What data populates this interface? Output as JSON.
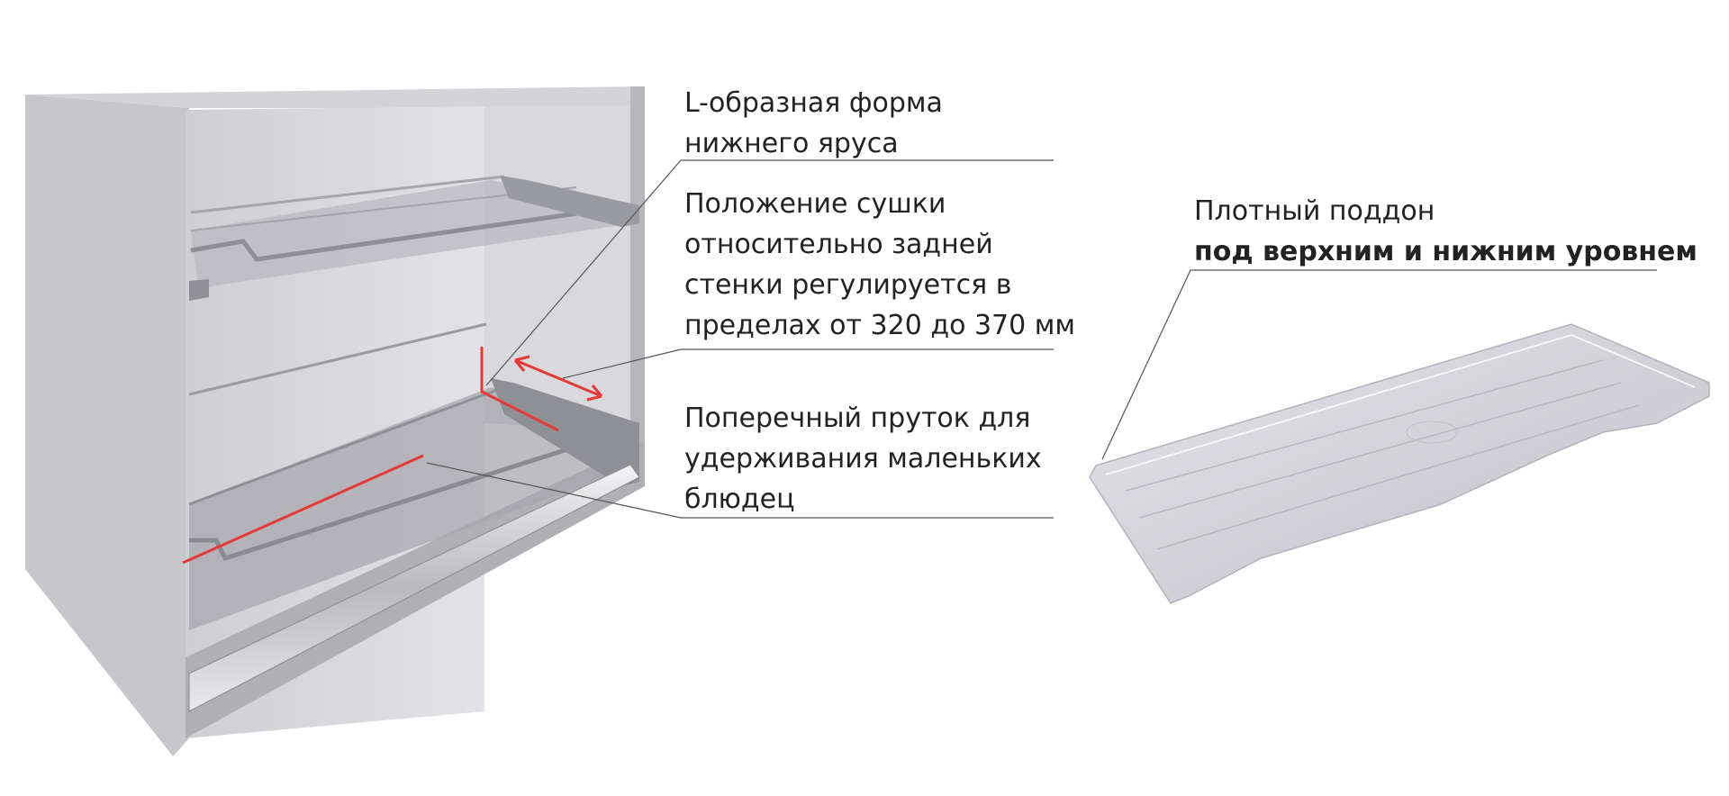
{
  "callouts": {
    "l_shape": {
      "line1": "L-образная форма",
      "line2": "нижнего яруса"
    },
    "position": {
      "line1": "Положение сушки",
      "line2": "относительно задней",
      "line3": "стенки регулируется в",
      "line4": "пределах от 320 до 370 мм"
    },
    "crossbar": {
      "line1": "Поперечный пруток для",
      "line2": "удерживания маленьких",
      "line3": "блюдец"
    },
    "tray": {
      "line1": "Плотный поддон",
      "line2": "под верхним и нижним уровнем"
    }
  },
  "colors": {
    "accent_red": "#e53935",
    "leader_line": "#555555",
    "cabinet": "#c9c8cc",
    "cabinet_shadow": "#a9a8ad",
    "tray": "#d4d3d8"
  }
}
